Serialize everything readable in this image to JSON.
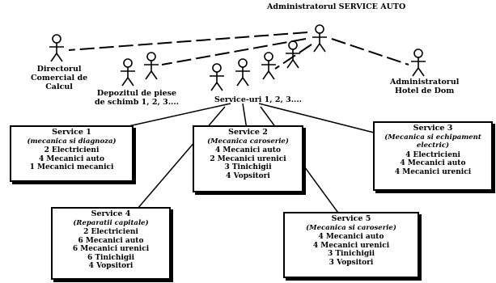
{
  "nodes": {
    "admin": [
      "Administratorul SERVICE AUTO"
    ],
    "director": [
      "Directorul",
      "Comercial de",
      "Calcul"
    ],
    "warehouse": [
      "Depozitul de piese",
      "de schimb 1, 2, 3...."
    ],
    "admin_building": [
      "Administratorul",
      "Hotel de Dom"
    ],
    "services": [
      "Service-uri 1, 2, 3...."
    ]
  },
  "service_boxes": [
    {
      "title": "Service 1",
      "subtitle": "(mecanica si diagnoza)",
      "items": [
        "2 Electricieni",
        "4 Mecanici auto",
        "1 Mecanici mecanici"
      ]
    },
    {
      "title": "Service 2",
      "subtitle": "(Mecanica caroserie)",
      "items": [
        "4 Mecanici auto",
        "2 Mecanici urenici",
        "3 Tinichigii",
        "4 Vopsitori"
      ]
    },
    {
      "title": "Service 3",
      "subtitle": "(Mecanica si echipament electric)",
      "items": [
        "4 Electricieni",
        "4 Mecanici auto",
        "4 Mecanici urenici"
      ]
    },
    {
      "title": "Service 4",
      "subtitle": "(Reparatii capitale)",
      "items": [
        "2 Electricieni",
        "6 Mecanici auto",
        "6 Mecanici urenici",
        "6 Tinichigii",
        "4 Vopsitori"
      ]
    },
    {
      "title": "Service 5",
      "subtitle": "(Mecanica si caroserie)",
      "items": [
        "4 Mecanici auto",
        "4 Mecanici urenici",
        "3 Tinichigii",
        "3 Vopsitori"
      ]
    }
  ]
}
